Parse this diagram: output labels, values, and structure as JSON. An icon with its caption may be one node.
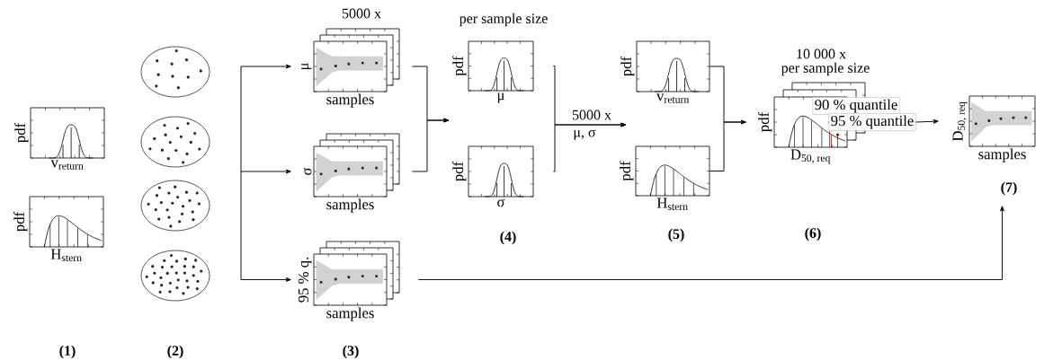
{
  "diagram": {
    "nodes": [
      {
        "text": [
          "pdf",
          "v$_{return}$"
        ]
      },
      {
        "text": [
          "pdf",
          "H$_{stern}$"
        ]
      },
      {
        "text": [],
        "shape": "circle"
      },
      {
        "text": [],
        "shape": "circle"
      },
      {
        "text": [],
        "shape": "circle"
      },
      {
        "text": [],
        "shape": "circle"
      },
      {
        "text": [
          "μ",
          "samples"
        ]
      },
      {
        "text": [
          "σ",
          "samples"
        ]
      },
      {
        "text": [
          "95 % q.",
          "samples"
        ]
      },
      {
        "text": [
          "pdf",
          "μ"
        ]
      },
      {
        "text": [
          "pdf",
          "σ"
        ]
      },
      {
        "text": [
          "pdf",
          "v$_{return}$"
        ]
      },
      {
        "text": [
          "pdf",
          "H$_{stern}$"
        ]
      },
      {
        "text": [
          "pdf",
          "D$_{50, req}$"
        ]
      },
      {
        "text": [
          "90 % quantile"
        ]
      },
      {
        "text": [
          "95 % quantile"
        ]
      },
      {
        "text": [
          "D$_{50, req}$",
          "samples"
        ]
      }
    ],
    "edges": [
      {
        "from": null,
        "to": 6,
        "arrow": "to"
      },
      {
        "from": null,
        "to": 7,
        "arrow": "to"
      },
      {
        "from": null,
        "to": 8,
        "arrow": "to"
      },
      {
        "from": 6,
        "to": null,
        "arrow": "to"
      },
      {
        "from": 7,
        "to": null,
        "arrow": "to"
      },
      {
        "from": 9,
        "to": null,
        "arrow": "to",
        "label": "5000 x"
      },
      {
        "from": 10,
        "to": null,
        "arrow": "to",
        "label": "μ, σ"
      },
      {
        "from": 11,
        "to": 13,
        "arrow": "to"
      },
      {
        "from": 12,
        "to": 13,
        "arrow": "to"
      },
      {
        "from": 15,
        "to": 16,
        "arrow": "to"
      },
      {
        "from": 8,
        "to": 16,
        "arrow": "to"
      }
    ],
    "labels": [
      "5000 x",
      "per sample size",
      "10 000 x",
      "per sample size",
      "(1)",
      "(2)",
      "(3)",
      "(4)",
      "(5)",
      "(6)",
      "(7)"
    ]
  }
}
